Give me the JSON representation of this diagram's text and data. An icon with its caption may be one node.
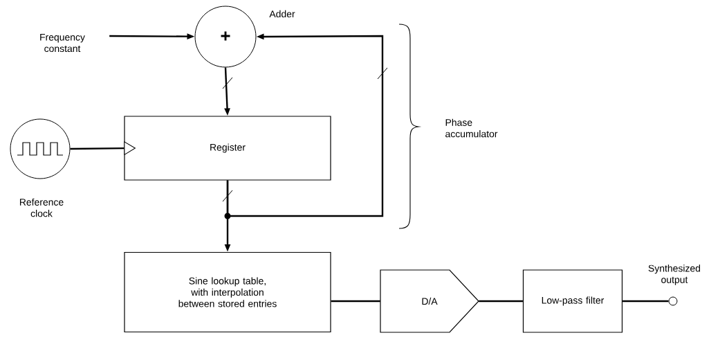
{
  "diagram": {
    "nodes": [
      {
        "text": [
          "Frequency constant"
        ]
      },
      {
        "text": [
          "+"
        ],
        "beside": [
          "Adder"
        ]
      },
      {
        "text": [
          "Register"
        ]
      },
      {
        "text": [],
        "shape": "circle",
        "beside": [
          "Reference clock"
        ]
      },
      {
        "text": [
          "Sine lookup table, with interpolation between stored entries"
        ]
      },
      {
        "text": [
          "D/A"
        ]
      },
      {
        "text": [
          "Low-pass filter"
        ]
      },
      {
        "text": [],
        "shape": "circle",
        "beside": [
          "Synthesized output"
        ]
      }
    ],
    "edges": [
      {
        "from": 0,
        "to": 1,
        "arrow": "to"
      },
      {
        "from": 1,
        "to": 2,
        "arrow": "to"
      },
      {
        "from": 3,
        "to": 2,
        "arrow": "to"
      },
      {
        "from": 2,
        "to": 1,
        "arrow": "to"
      },
      {
        "from": 2,
        "to": 4,
        "arrow": "to"
      },
      {
        "from": 4,
        "to": 5,
        "arrow": "none"
      },
      {
        "from": 5,
        "to": 6,
        "arrow": "none"
      },
      {
        "from": 6,
        "to": 7,
        "arrow": "none"
      }
    ],
    "labels": [
      "Phase accumulator"
    ]
  }
}
